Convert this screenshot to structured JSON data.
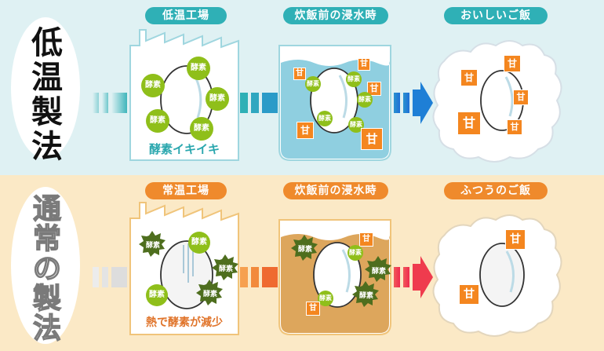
{
  "rows": {
    "top": {
      "side_title": [
        "低",
        "温",
        "製",
        "法"
      ],
      "factory": "低温工場",
      "soak": "炊飯前の浸水時",
      "result": "おいしいご飯",
      "note": "酵素イキイキ"
    },
    "bottom": {
      "side_title": [
        "通",
        "常",
        "の",
        "製",
        "法"
      ],
      "factory": "常温工場",
      "soak": "炊飯前の浸水時",
      "result": "ふつうのご飯",
      "note": "熱で酵素が減少"
    }
  },
  "labels": {
    "enzyme": "酵素",
    "sweet": "甘"
  },
  "colors": {
    "teal": "#2fb0b6",
    "orange": "#ef8a2c",
    "enzyme_green": "#8fbf1a",
    "sweet_orange": "#f4861f",
    "top_bg": "#dff1f3",
    "bottom_bg": "#fbe9c6",
    "water_blue": "#8fcfe0",
    "water_brown": "#dda65c",
    "arrow_blue": "#1e7fd6",
    "arrow_red": "#ef3b4e"
  }
}
